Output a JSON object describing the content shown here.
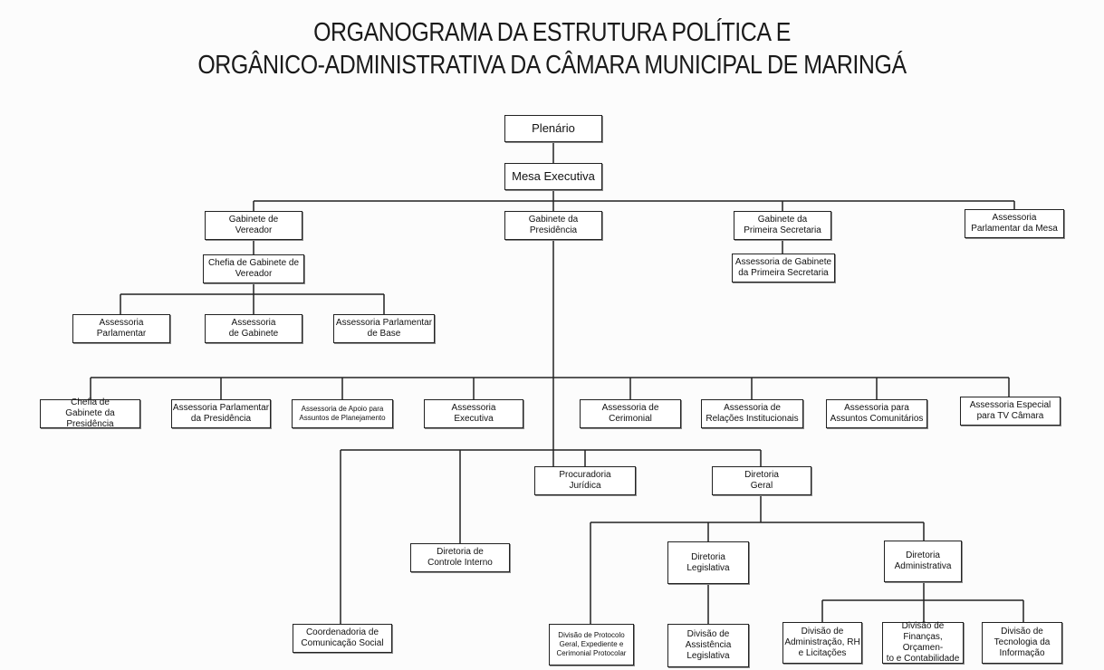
{
  "title": {
    "line1": "ORGANOGRAMA DA ESTRUTURA POLÍTICA E",
    "line2": "ORGÂNICO-ADMINISTRATIVA DA CÂMARA MUNICIPAL DE MARINGÁ"
  },
  "nodes": {
    "plenario": "Plenário",
    "mesa": "Mesa Executiva",
    "gab_vereador": "Gabinete de\nVereador",
    "gab_presidencia": "Gabinete da\nPresidência",
    "gab_primeira": "Gabinete da\nPrimeira Secretaria",
    "ass_parl_mesa": "Assessoria\nParlamentar da Mesa",
    "chefia_vereador": "Chefia de Gabinete de\nVereador",
    "ass_gab_primeira": "Assessoria de Gabinete\nda Primeira Secretaria",
    "ass_parlamentar": "Assessoria\nParlamentar",
    "ass_gabinete": "Assessoria\nde Gabinete",
    "ass_parl_base": "Assessoria Parlamentar\nde Base",
    "chefia_presidencia": "Chefia de\nGabinete da Presidência",
    "ass_parl_presidencia": "Assessoria Parlamentar\nda Presidência",
    "ass_apoio": "Assessoria de Apoio para\nAssuntos de Planejamento",
    "ass_executiva": "Assessoria\nExecutiva",
    "ass_cerimonial": "Assessoria de\nCerimonial",
    "ass_relacoes": "Assessoria de\nRelações Institucionais",
    "ass_comunitarios": "Assessoria para\nAssuntos Comunitários",
    "ass_tv": "Assessoria Especial\npara TV Câmara",
    "procuradoria": "Procuradoria\nJurídica",
    "diretoria_geral": "Diretoria\nGeral",
    "controle_interno": "Diretoria de\nControle Interno",
    "diretoria_legislativa": "Diretoria\nLegislativa",
    "diretoria_administrativa": "Diretoria\nAdministrativa",
    "coord_comunicacao": "Coordenadoria de\nComunicação Social",
    "div_protocolo": "Divisão de Protocolo\nGeral, Expediente e\nCerimonial Protocolar",
    "div_assistencia": "Divisão de\nAssistência\nLegislativa",
    "div_administracao": "Divisão de\nAdministração, RH\ne Licitações",
    "div_financas": "Divisão de\nFinanças, Orçamen-\nto e Contabilidade",
    "div_ti": "Divisão de\nTecnologia da\nInformação"
  }
}
